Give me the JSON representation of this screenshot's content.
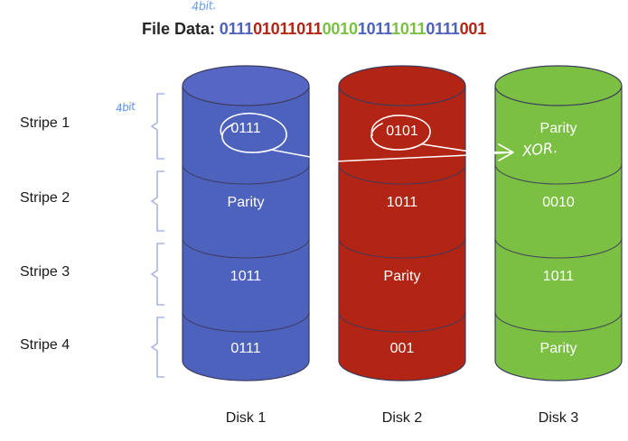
{
  "header": {
    "file_data_label": "File Data:",
    "bit_segments": [
      {
        "bits": "0111",
        "color": "#4d62bd",
        "color_name": "blue"
      },
      {
        "bits": "01011011",
        "color": "#b22413",
        "color_name": "red"
      },
      {
        "bits": "0010",
        "color": "#7bc043",
        "color_name": "green"
      },
      {
        "bits": "1011",
        "color": "#4d62bd",
        "color_name": "blue"
      },
      {
        "bits": "1011",
        "color": "#7bc043",
        "color_name": "green"
      },
      {
        "bits": "0111",
        "color": "#4d62bd",
        "color_name": "blue"
      },
      {
        "bits": "001",
        "color": "#b22413",
        "color_name": "red"
      }
    ],
    "full_bit_string": "0111010110110010101110110111001"
  },
  "annotations": {
    "top_4bit": "4bit.",
    "stripe_4bit": "4bit",
    "xor": "XOR.",
    "circled_disk1": "0111",
    "circled_disk2": "0101"
  },
  "stripes": [
    {
      "label": "Stripe 1"
    },
    {
      "label": "Stripe 2"
    },
    {
      "label": "Stripe 3"
    },
    {
      "label": "Stripe 4"
    }
  ],
  "disks": [
    {
      "label": "Disk 1",
      "color": "#4d62bd",
      "cells": [
        "0111",
        "Parity",
        "1011",
        "0111"
      ]
    },
    {
      "label": "Disk 2",
      "color": "#b22413",
      "cells": [
        "0101",
        "1011",
        "Parity",
        "001"
      ]
    },
    {
      "label": "Disk 3",
      "color": "#7bc043",
      "cells": [
        "Parity",
        "0010",
        "1011",
        "Parity"
      ]
    }
  ],
  "colors": {
    "disk1": "#4d62bd",
    "disk2": "#b22413",
    "disk3": "#7bc043",
    "outline": "#3b3b5c",
    "brace": "#a9b6dd",
    "annotation_pen": "#5b8ee6",
    "white_ink": "#ffffff",
    "text": "#1a1a1a",
    "background": "#ffffff"
  }
}
